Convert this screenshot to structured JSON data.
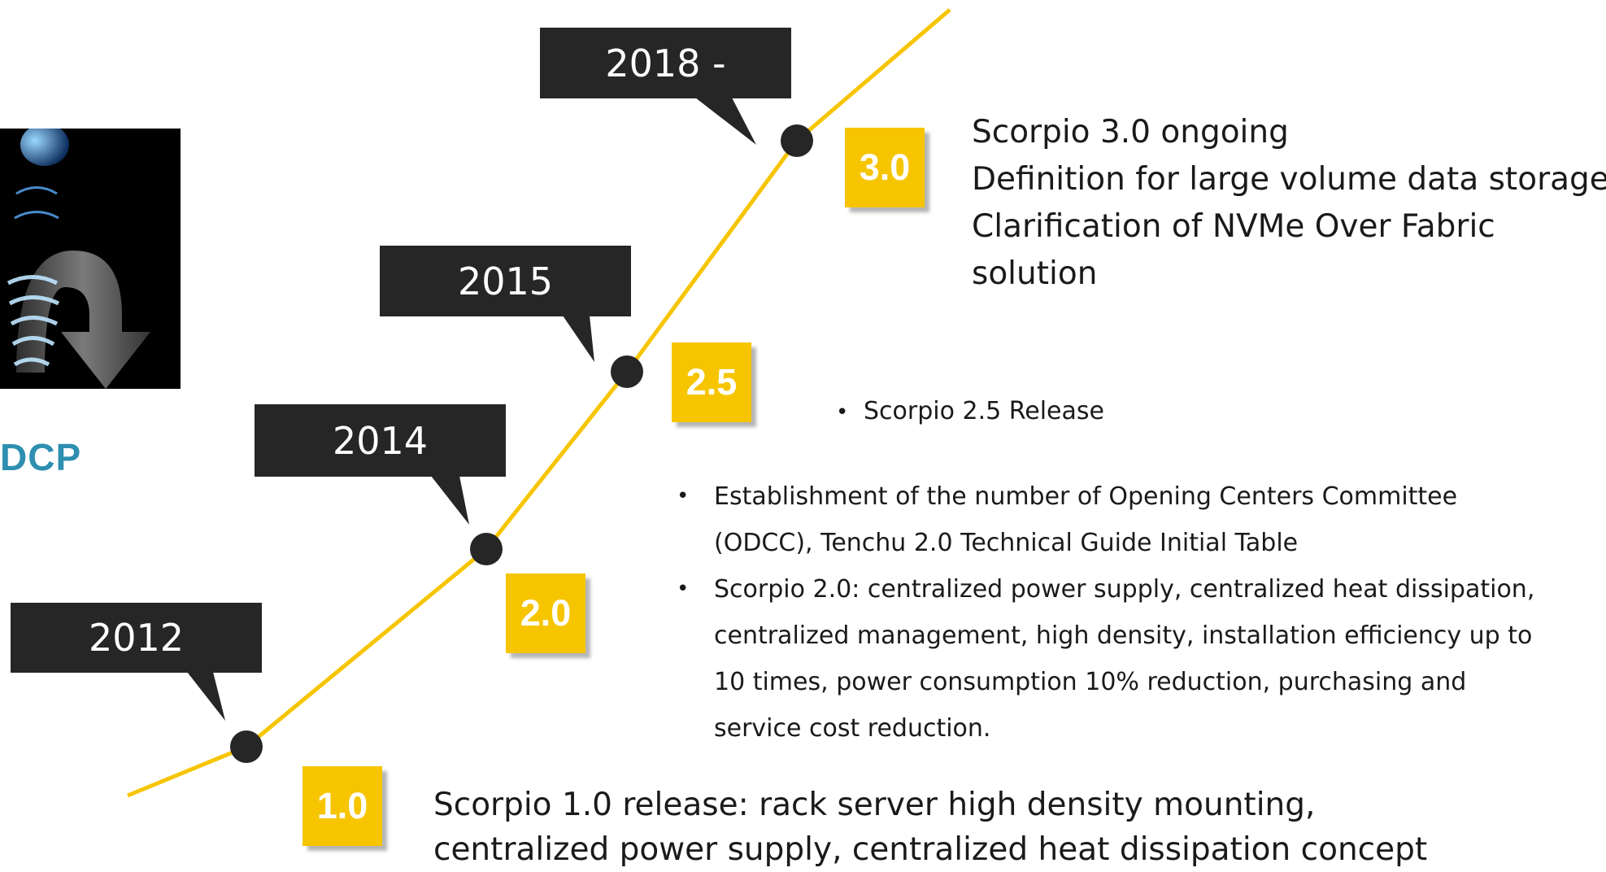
{
  "logo": {
    "label": "DCP"
  },
  "milestones": [
    {
      "year": "2012",
      "version": "1.0"
    },
    {
      "year": "2014",
      "version": "2.0"
    },
    {
      "year": "2015",
      "version": "2.5"
    },
    {
      "year": "2018 -",
      "version": "3.0"
    }
  ],
  "descriptions": {
    "v30": [
      "Scorpio 3.0 ongoing",
      "Definition for large volume data storage",
      "Clarification of NVMe Over Fabric",
      "solution"
    ],
    "v25": {
      "bullet": "•",
      "text": "Scorpio 2.5 Release"
    },
    "v20": [
      {
        "bullet": "•",
        "text": "Establishment of the number of Opening Centers Committee (ODCC), Tenchu 2.0 Technical Guide Initial Table"
      },
      {
        "bullet": "•",
        "text": "Scorpio 2.0: centralized power supply, centralized heat dissipation, centralized management, high density, installation efficiency up to 10 times, power consumption 10% reduction, purchasing and service cost reduction."
      }
    ],
    "v10": [
      "Scorpio 1.0 release: rack server high density mounting,",
      "centralized power supply, centralized heat dissipation concept"
    ]
  },
  "colors": {
    "line": "#f6c500",
    "badge": "#f6c500",
    "callout": "#262626",
    "dot": "#262626",
    "logo_text": "#2e8fb0"
  }
}
